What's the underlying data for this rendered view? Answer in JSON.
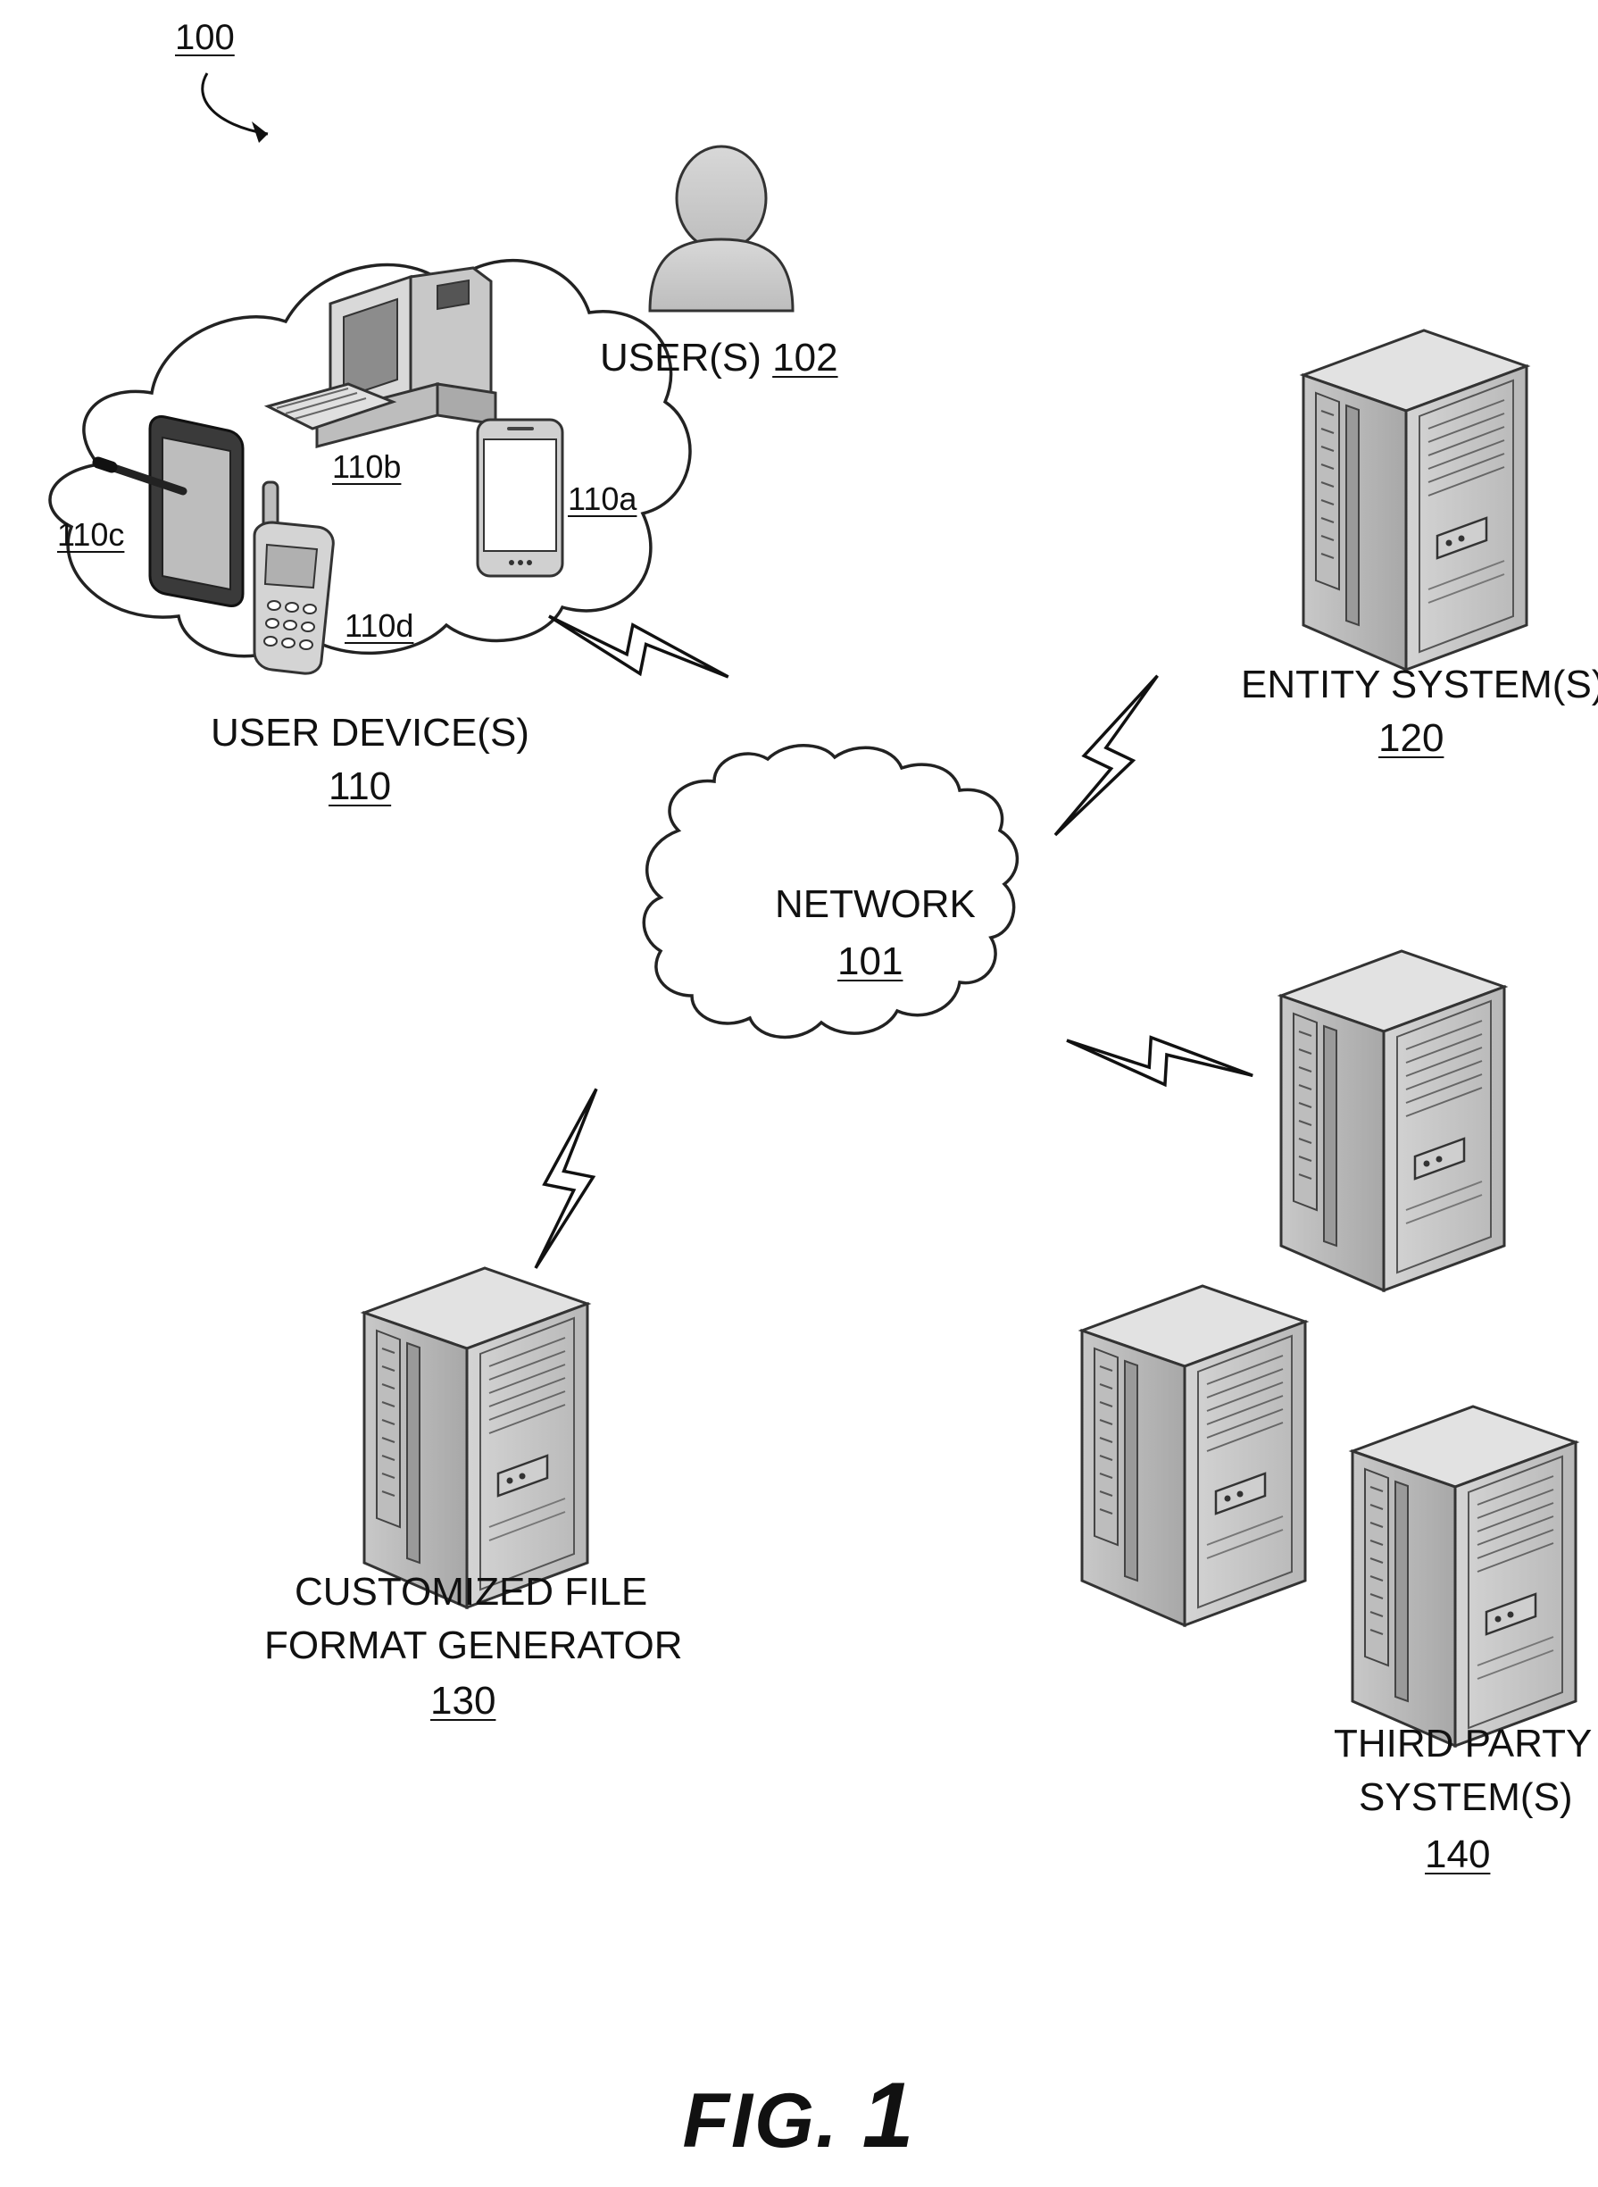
{
  "figure": {
    "ref": "100",
    "label_prefix": "FIG.",
    "label_number": "1"
  },
  "user": {
    "label": "USER(S)",
    "ref": "102"
  },
  "user_devices": {
    "label": "USER DEVICE(S)",
    "ref": "110",
    "devices": [
      {
        "ref": "110a",
        "icon": "smartphone-icon"
      },
      {
        "ref": "110b",
        "icon": "desktop-computer-icon"
      },
      {
        "ref": "110c",
        "icon": "tablet-stylus-icon"
      },
      {
        "ref": "110d",
        "icon": "mobile-phone-icon"
      }
    ]
  },
  "network": {
    "label": "NETWORK",
    "ref": "101"
  },
  "entity_system": {
    "label": "ENTITY SYSTEM(S)",
    "ref": "120",
    "icon": "server-icon"
  },
  "generator": {
    "label_line1": "CUSTOMIZED FILE",
    "label_line2": "FORMAT GENERATOR",
    "ref": "130",
    "icon": "server-icon"
  },
  "third_party": {
    "label_line1": "THIRD PARTY",
    "label_line2": "SYSTEM(S)",
    "ref": "140",
    "icon": "server-icon"
  }
}
